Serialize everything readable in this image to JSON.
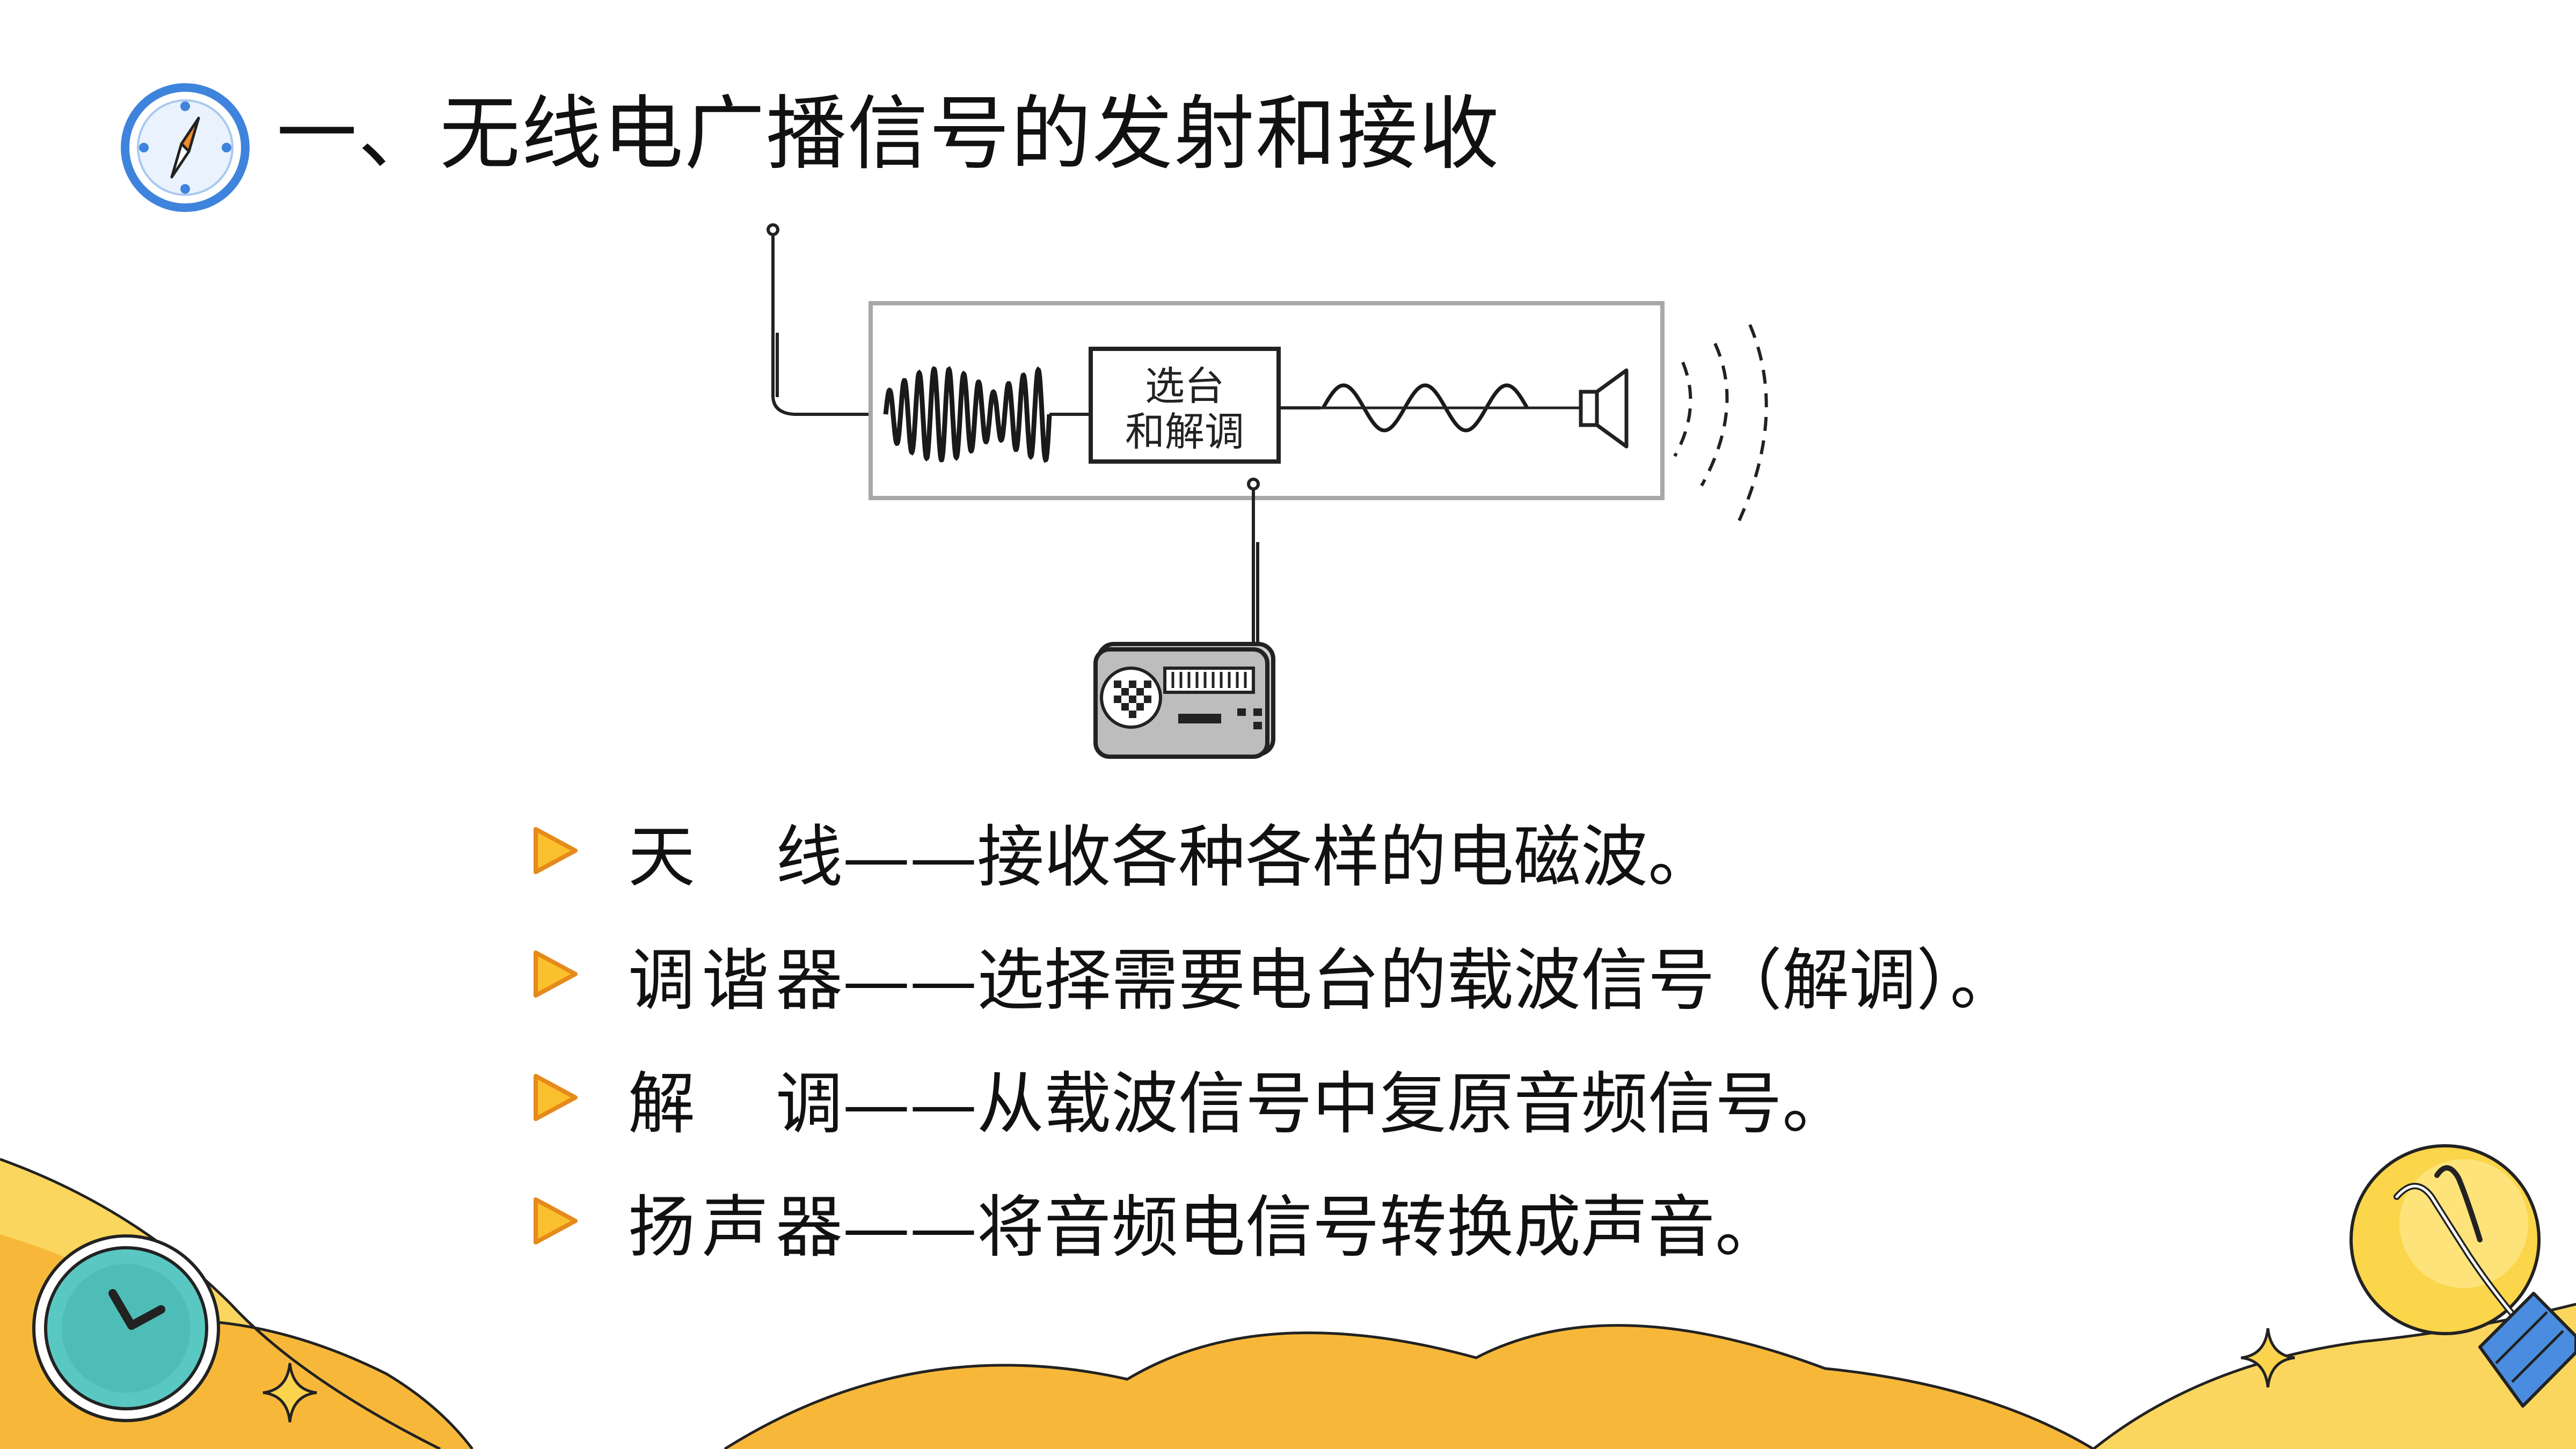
{
  "title": "一、无线电广播信号的发射和接收",
  "diagram": {
    "box_label_line1": "选台",
    "box_label_line2": "和解调"
  },
  "bullets": [
    {
      "term": "天线",
      "desc": "——接收各种各样的电磁波。"
    },
    {
      "term": "调谐器",
      "desc": "——选择需要电台的载波信号（解调）。"
    },
    {
      "term": "解调",
      "desc": "——从载波信号中复原音频信号。"
    },
    {
      "term": "扬声器",
      "desc": "——将音频电信号转换成声音。"
    }
  ],
  "colors": {
    "accent_blue": "#4a8de0",
    "accent_orange": "#f2a12a",
    "accent_yellow": "#fbd54a",
    "teal": "#5ac8c2",
    "frame_gray": "#a8a8a8"
  },
  "icons": {
    "title_icon": "compass-icon",
    "bottom_left_icon": "clock-icon",
    "bottom_right_icon": "lightbulb-icon",
    "bullet_icon": "triangle-bullet-icon",
    "device": "radio-icon"
  }
}
